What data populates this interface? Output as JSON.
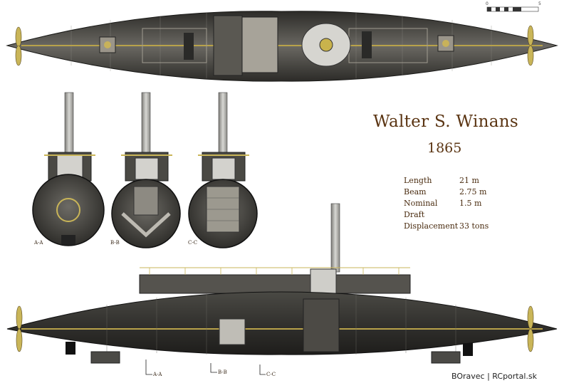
{
  "title": "Walter S. Winans",
  "year": "1865",
  "specs": [
    {
      "label": "Length",
      "value": "21 m"
    },
    {
      "label": "Beam",
      "value": "2.75 m"
    },
    {
      "label": "Nominal Draft",
      "value": "1.5 m"
    },
    {
      "label": "Displacement",
      "value": "33 tons"
    }
  ],
  "sections": {
    "aa": "A-A",
    "bb": "B-B",
    "cc": "C-C"
  },
  "section_markers": {
    "aa": "A-A",
    "bb": "B-B",
    "cc": "C-C"
  },
  "scale_bar": {
    "start": "0",
    "end": "5"
  },
  "credit": "BOravec | RCportal.sk",
  "colors": {
    "hull_dark": "#3b3a36",
    "hull_mid": "#5d5b55",
    "brass": "#b8a24a",
    "title": "#5a3412"
  }
}
